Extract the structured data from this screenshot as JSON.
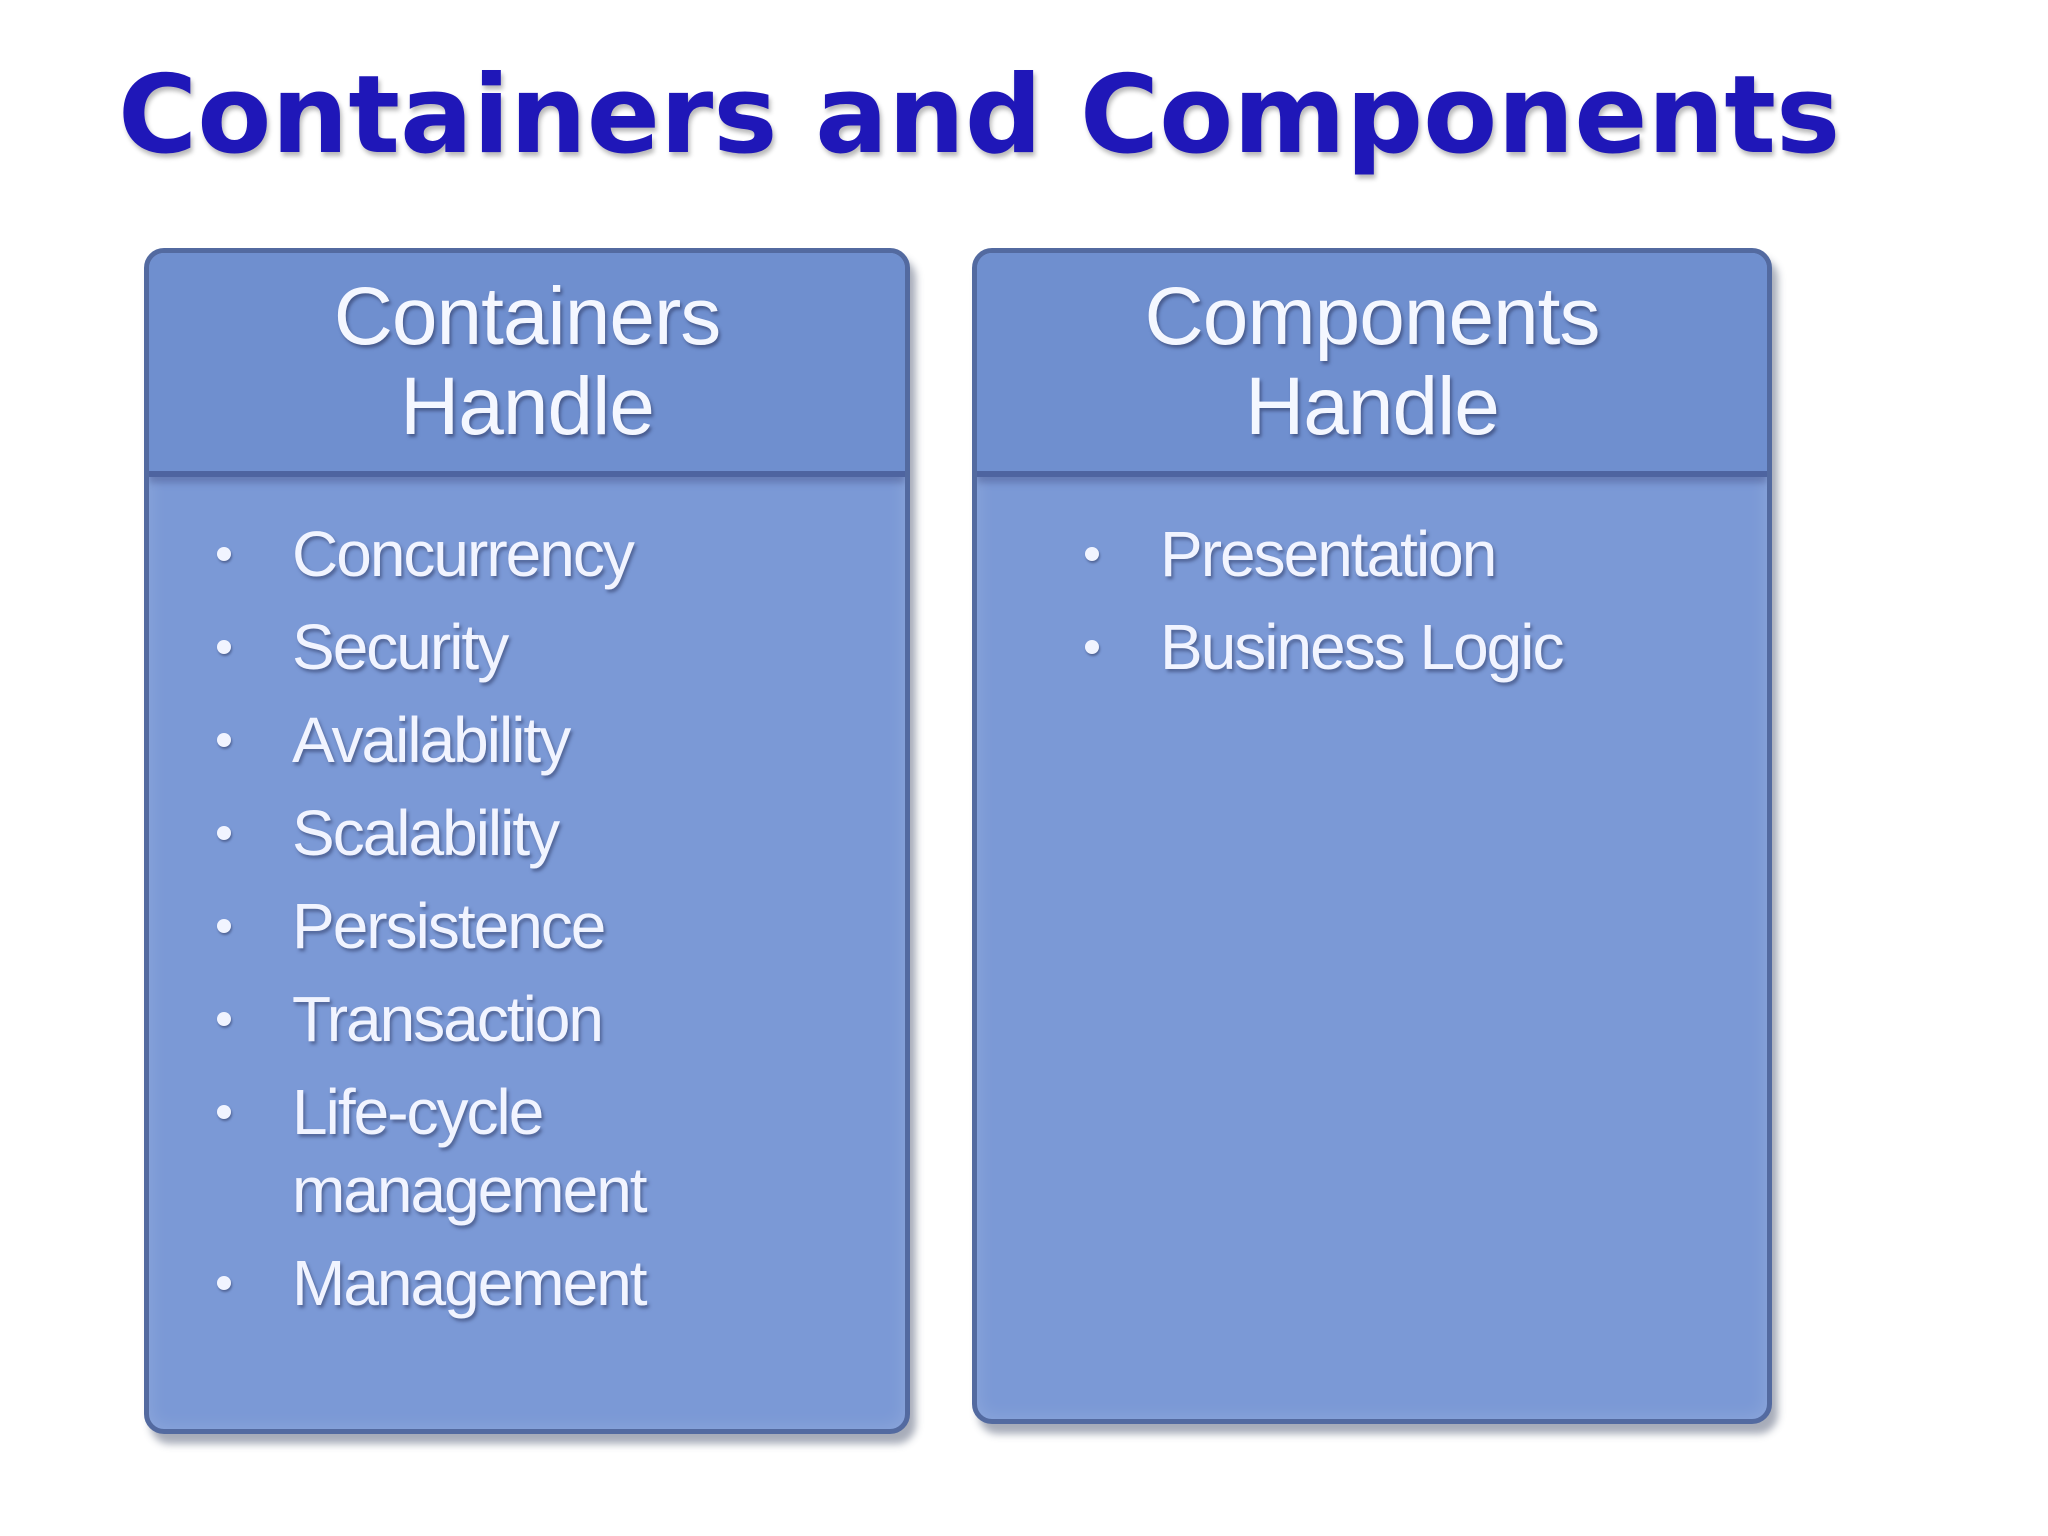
{
  "title": "Containers and Components",
  "colors": {
    "title": "#1f17b8",
    "panel_fill": "#7b99d6",
    "panel_border": "#536aa0",
    "text": "#f1f4ff"
  },
  "panels": [
    {
      "heading": "Containers\nHandle",
      "items": [
        "Concurrency",
        "Security",
        "Availability",
        "Scalability",
        "Persistence",
        "Transaction",
        "Life-cycle management",
        "Management"
      ]
    },
    {
      "heading": "Components\nHandle",
      "items": [
        "Presentation",
        "Business Logic"
      ]
    }
  ]
}
